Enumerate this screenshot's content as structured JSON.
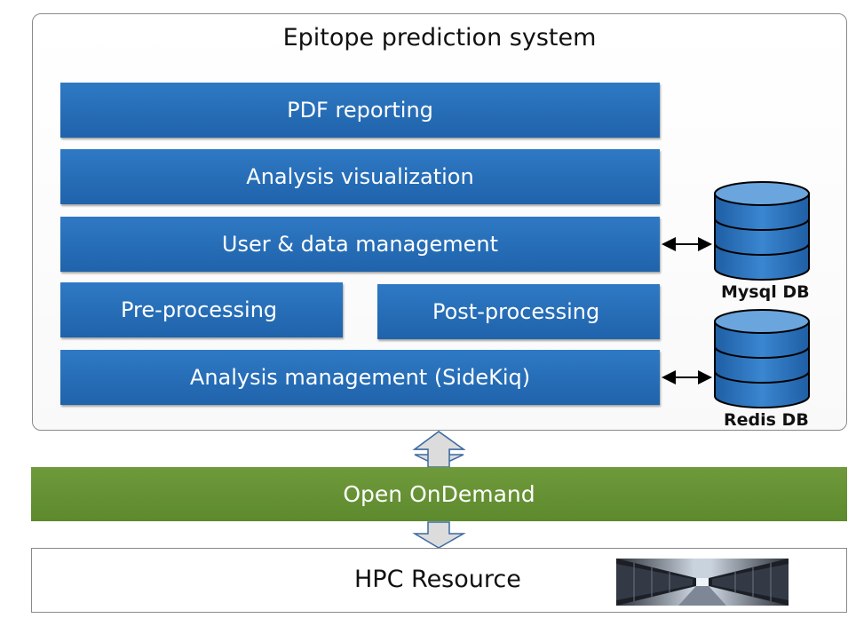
{
  "system": {
    "title": "Epitope prediction system"
  },
  "modules": {
    "pdf_reporting": "PDF reporting",
    "analysis_visualization": "Analysis visualization",
    "user_data_management": "User & data management",
    "pre_processing": "Pre-processing",
    "post_processing": "Post-processing",
    "analysis_management": "Analysis management (SideKiq)"
  },
  "databases": {
    "mysql": "Mysql DB",
    "redis": "Redis DB"
  },
  "gateway": {
    "label": "Open OnDemand"
  },
  "hpc": {
    "label": "HPC Resource",
    "image": "server-corridor-photo"
  },
  "colors": {
    "module_blue": "#2a71bb",
    "gateway_green": "#65922f",
    "db_blue": "#2e78c4"
  }
}
